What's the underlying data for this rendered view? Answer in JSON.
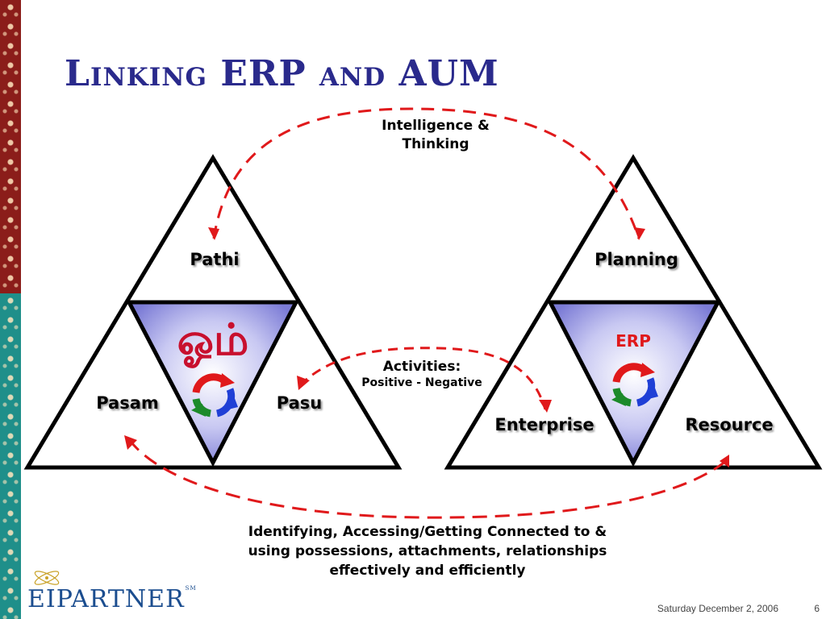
{
  "slide": {
    "title": "Linking ERP and AUM",
    "footer_date": "Saturday December 2, 2006",
    "page_number": "6",
    "logo_text": "EIPARTNER",
    "logo_mark": "SM"
  },
  "left_triangle": {
    "top_label": "Pathi",
    "left_label": "Pasam",
    "right_label": "Pasu",
    "center_glyph": "ஓம்"
  },
  "right_triangle": {
    "top_label": "Planning",
    "left_label": "Enterprise",
    "right_label": "Resource",
    "center_label": "ERP"
  },
  "links": {
    "top": "Intelligence & Thinking",
    "top_line1": "Intelligence &",
    "top_line2": "Thinking",
    "middle_line1": "Activities:",
    "middle_line2": "Positive - Negative",
    "bottom_line1": "Identifying, Accessing/Getting Connected to &",
    "bottom_line2": "using possessions, attachments, relationships",
    "bottom_line3": "effectively and efficiently"
  },
  "colors": {
    "title": "#2a2a8c",
    "arrow": "#e0191b",
    "inner_triangle": "#8c8ce0",
    "border_top": "#8b1d1a",
    "border_bottom": "#1f8f8a"
  }
}
